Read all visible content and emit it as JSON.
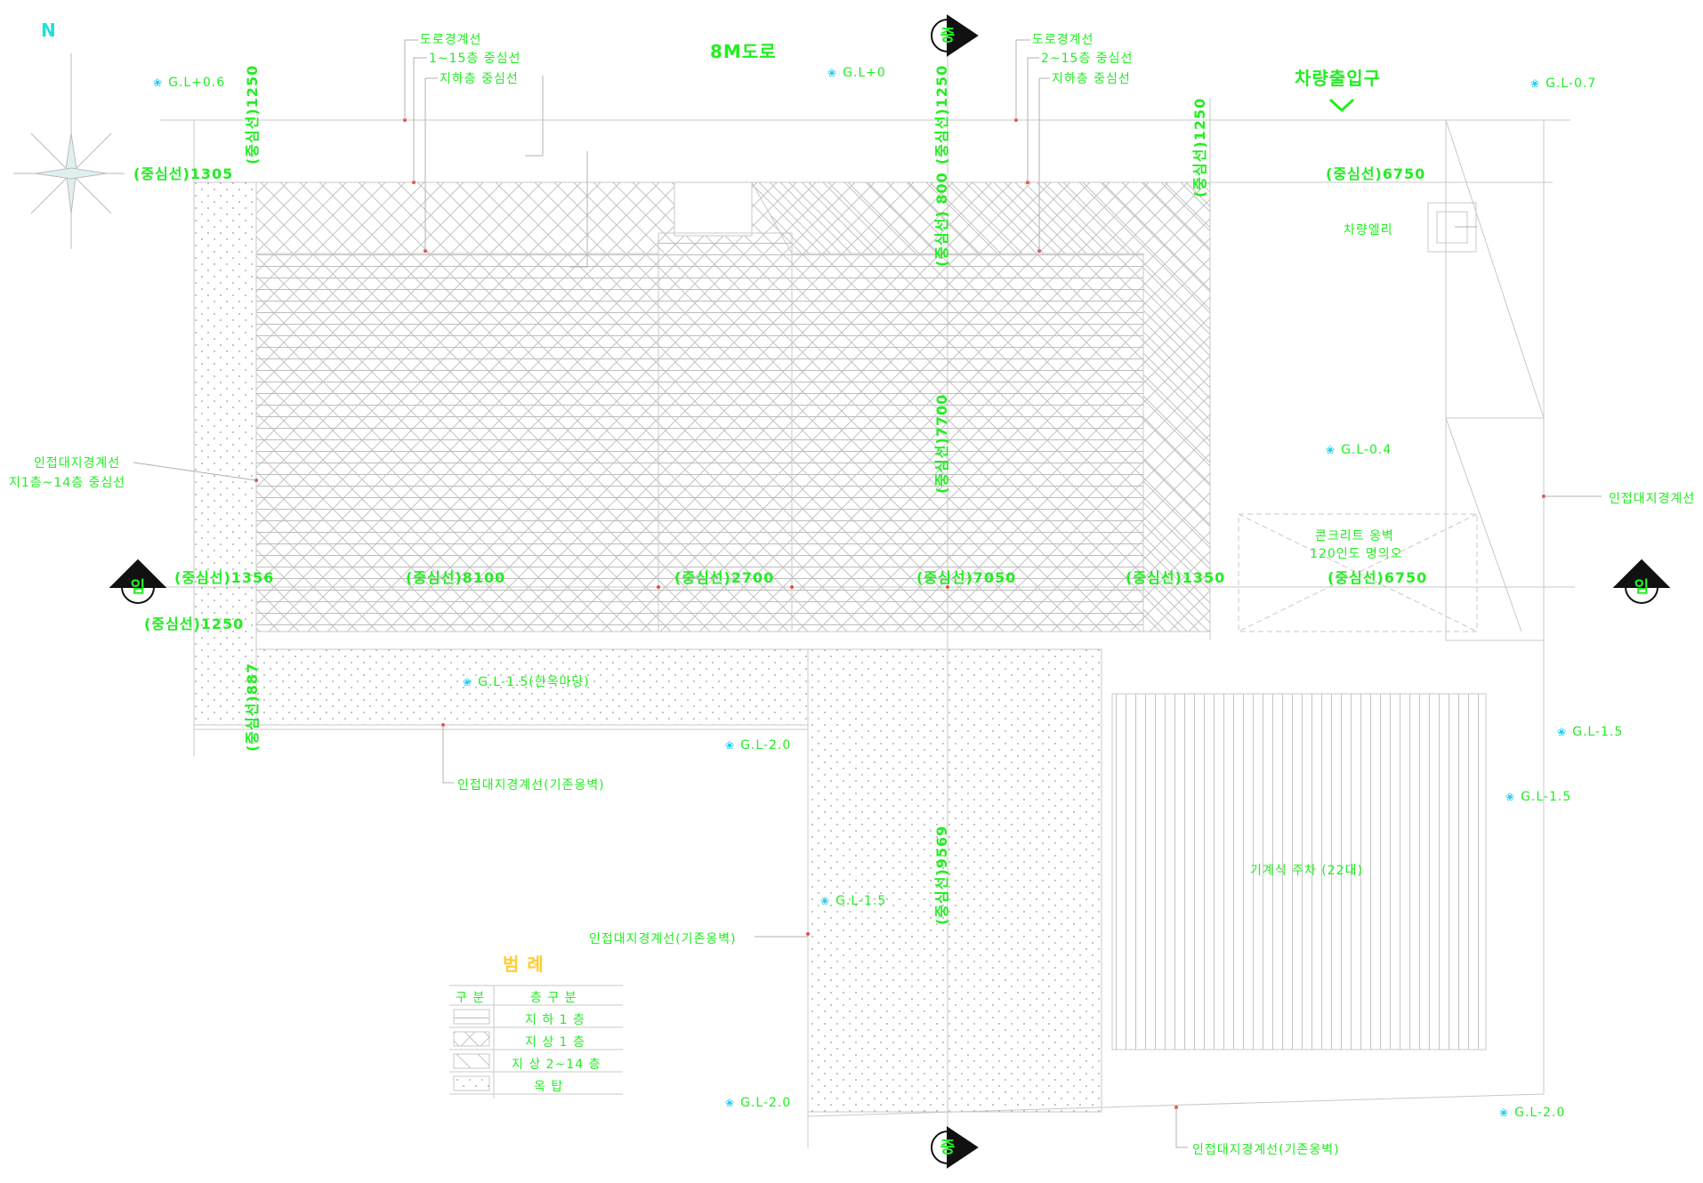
{
  "north_label": "N",
  "road_label": "8M도로",
  "entrance_label": "차량출입구",
  "notes": {
    "top_left_line1": "도로경계선",
    "top_left_line2": "1~15층 중심선",
    "top_left_line3": "지하층 중심선",
    "top_right_line1": "도로경계선",
    "top_right_line2": "2~15층 중심선",
    "top_right_line3": "지하층 중심선",
    "left_line1": "인접대지경계선",
    "left_line2": "지1층~14층 중심선",
    "right": "인접대지경계선",
    "bottom_left": "인접대지경계선(기존옹벽)",
    "bottom_center": "인접대지경계선(기존옹벽)",
    "bottom_right": "인접대지경계선(기존옹벽)",
    "elevator": "차량엘리",
    "concrete_line1": "콘크리트 옹벽",
    "concrete_line2": "120인도 명의오",
    "parking": "기계식 주차 (22대)"
  },
  "levels": {
    "gl_top_left": "G.L+0.6",
    "gl_top_center": "G.L+0",
    "gl_top_right": "G.L-0.7",
    "gl_mid_right": "G.L-0.4",
    "gl_terrace": "G.L-1.5(한옥마당)",
    "gl_bottom_left": "G.L-2.0",
    "gl_courtyard": "G.L-1.5",
    "gl_right_1": "G.L-1.5",
    "gl_right_2": "G.L-1.5",
    "gl_bottom_center": "G.L-2.0",
    "gl_bottom_right": "G.L-2.0"
  },
  "dimensions": {
    "top_left_h": "(중심선)1305",
    "top_right_h": "(중심선)6750",
    "row_1": "(중심선)1356",
    "row_2": "(중심선)8100",
    "row_3": "(중심선)2700",
    "row_4": "(중심선)7050",
    "row_5": "(중심선)1350",
    "row_6": "(중심선)6750",
    "left_bottom_h": "(중심선)1250",
    "v_top_left": "(중심선)1250",
    "v_top_center": "(중심선)1250",
    "v_center_upper": "(중심선) 800",
    "v_center_mid": "(중심선)7700",
    "v_top_right": "(중심선)1250",
    "v_left_bottom": "(중심선)887",
    "v_center_lower": "(중심선)9569"
  },
  "section_markers": {
    "top": "중",
    "bottom": "중",
    "left": "임",
    "right": "임"
  },
  "legend": {
    "title": "범 례",
    "col_1": "구 분",
    "col_2": "층 구 분",
    "rows": [
      "지 하 1 층",
      "지 상 1 층",
      "지 상 2~14 층",
      "옥 탑"
    ]
  },
  "colors": {
    "text": "#22ee22",
    "line": "#c8c8c8",
    "accent": "#22ccee",
    "background": "#ffffff"
  }
}
